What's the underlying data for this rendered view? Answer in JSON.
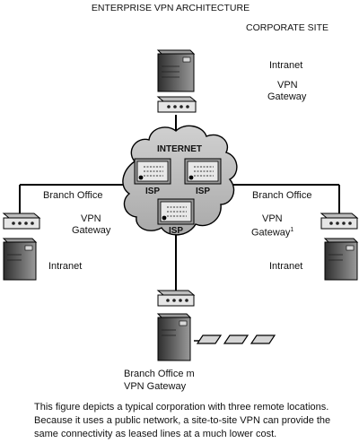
{
  "title": "ENTERPRISE VPN ARCHITECTURE",
  "corporate_site": {
    "label": "CORPORATE SITE",
    "intranet": "Intranet",
    "gateway_line1": "VPN",
    "gateway_line2": "Gateway"
  },
  "internet": {
    "label": "INTERNET",
    "isp_labels": [
      "ISP",
      "ISP",
      "ISP"
    ]
  },
  "branch_left": {
    "office": "Branch Office",
    "gateway_line1": "VPN",
    "gateway_line2": "Gateway",
    "intranet": "Intranet"
  },
  "branch_right": {
    "office": "Branch Office",
    "gateway_line1": "VPN",
    "gateway_line2": "Gateway",
    "footnote": "1",
    "intranet": "Intranet"
  },
  "branch_bottom": {
    "line1": "Branch Office m",
    "line2": "VPN Gateway"
  },
  "caption": [
    "This figure depicts a typical corporation with three remote locations.",
    "Because it uses a public network, a site-to-site VPN can provide the",
    "same connectivity as leased lines at a much lower cost."
  ],
  "colors": {
    "line": "#000000",
    "cloud_fill": "#bfbfbf",
    "device_dark": "#4a4a4a",
    "device_light": "#d9d9d9"
  }
}
